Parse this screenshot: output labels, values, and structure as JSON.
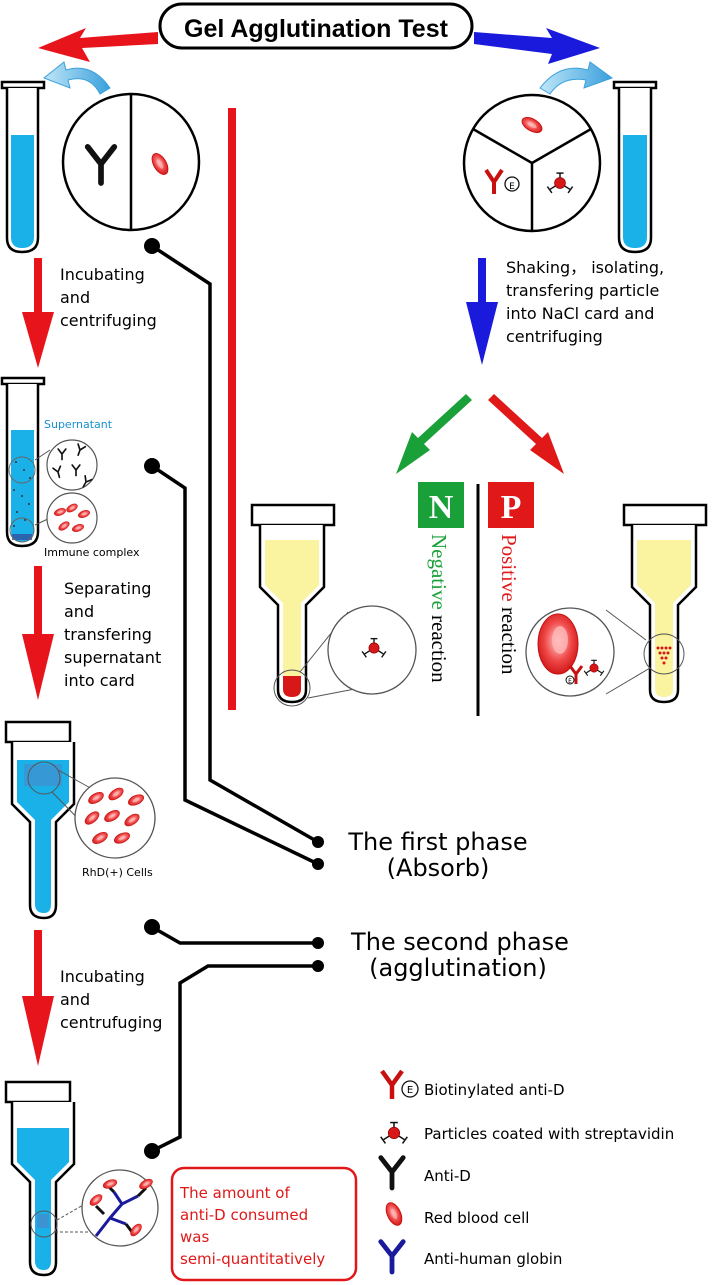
{
  "title": "Gel Agglutination Test",
  "steps": {
    "left_1": [
      "Incubating",
      "and",
      "centrifuging"
    ],
    "left_2": [
      "Separating",
      "and",
      "transfering",
      "supernatant",
      "into card"
    ],
    "left_3": [
      "Incubating",
      "and",
      "centrufuging"
    ],
    "right_1": [
      "Shaking， isolating,",
      "transfering particle",
      "into NaCl card and",
      "centrifuging"
    ]
  },
  "labels": {
    "supernatant": "Supernatant",
    "immune_complex": "Immune complex",
    "rhd_cells": "RhD(+) Cells",
    "e_marker": "E"
  },
  "reactions": {
    "negative": {
      "letter": "N",
      "word1": "Negative",
      "word2": " reaction",
      "color": "#1aa038"
    },
    "positive": {
      "letter": "P",
      "word1": "Positive",
      "word2": " reaction",
      "color": "#e01818"
    }
  },
  "phases": {
    "first": [
      "The first phase",
      "(Absorb)"
    ],
    "second": [
      "The second phase",
      "(agglutination)"
    ]
  },
  "note": [
    "The amount of",
    "anti-D consumed",
    "was",
    "semi-quantitatively"
  ],
  "legend": [
    {
      "icon": "biotinylated-anti-d-icon",
      "label": "Biotinylated anti-D"
    },
    {
      "icon": "streptavidin-particle-icon",
      "label": "Particles coated with streptavidin"
    },
    {
      "icon": "anti-d-icon",
      "label": "Anti-D"
    },
    {
      "icon": "red-blood-cell-icon",
      "label": "Red blood cell"
    },
    {
      "icon": "anti-human-globin-icon",
      "label": "Anti-human globin"
    }
  ],
  "colors": {
    "red_arrow": "#e8141c",
    "blue_arrow": "#1a1adc",
    "green_arrow": "#1aa038",
    "liquid_blue": "#1ab0e8",
    "gel_yellow": "#faf3a0",
    "note_red": "#e01818"
  }
}
